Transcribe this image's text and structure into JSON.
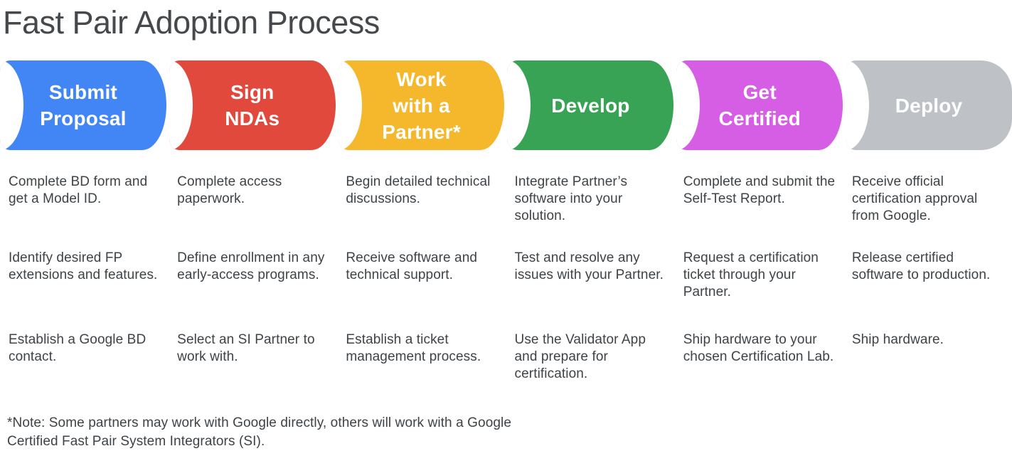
{
  "page": {
    "title": "Fast Pair Adoption Process",
    "note": "*Note: Some partners may work with Google directly, others will work with a Google Certified Fast Pair System Integrators (SI)."
  },
  "colors": {
    "blue": "#4285F4",
    "red": "#E1493C",
    "yellow": "#F5B72B",
    "green": "#38A355",
    "magenta": "#D65EE4",
    "gray": "#BEC2C6",
    "stage_text": "#FFFFFF",
    "body_text": "#3E4347"
  },
  "stages": [
    {
      "title": "Submit\nProposal",
      "color": "#4285F4",
      "steps": [
        "Complete BD form and get a Model ID.",
        "Identify desired FP extensions and features.",
        "Establish a Google BD contact."
      ]
    },
    {
      "title": "Sign\nNDAs",
      "color": "#E1493C",
      "steps": [
        "Complete access paperwork.",
        "Define enrollment in any early-access programs.",
        "Select an SI Partner to work with."
      ]
    },
    {
      "title": "Work\nwith a\nPartner*",
      "color": "#F5B72B",
      "steps": [
        "Begin detailed technical discussions.",
        "Receive software and technical support.",
        "Establish a ticket management process."
      ]
    },
    {
      "title": "Develop",
      "color": "#38A355",
      "steps": [
        "Integrate Partner’s software into your solution.",
        "Test and resolve any issues with your Partner.",
        "Use the Validator App and prepare for certification."
      ]
    },
    {
      "title": "Get\nCertified",
      "color": "#D65EE4",
      "steps": [
        "Complete and submit the Self-Test Report.",
        "Request a certification ticket through your Partner.",
        "Ship hardware to your chosen Certification Lab."
      ]
    },
    {
      "title": "Deploy",
      "color": "#BEC2C6",
      "steps": [
        "Receive official certification approval from Google.",
        "Release certified software to production.",
        "Ship hardware."
      ]
    }
  ]
}
